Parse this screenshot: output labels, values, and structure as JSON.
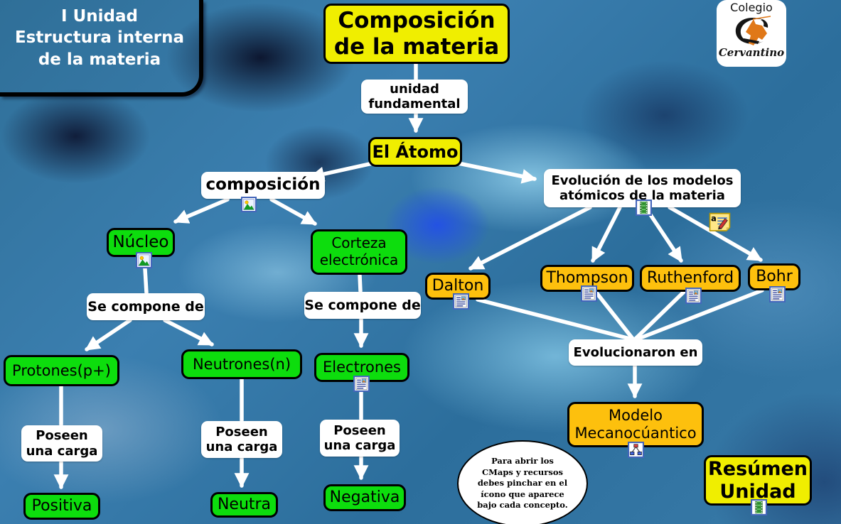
{
  "colors": {
    "background_blue": "#35749f",
    "node_yellow": "#f0ee00",
    "node_green": "#0ddd0d",
    "node_orange": "#fdc00d",
    "link_phrase_white": "#ffffff",
    "arrow_white": "#ffffff"
  },
  "banner": {
    "label": "I Unidad\nEstructura interna\nde la materia"
  },
  "logo": {
    "top": "Colegio",
    "bottom": "Cervantino",
    "emblem": "don-quixote-emblem"
  },
  "nodes": {
    "title": {
      "label": "Composición\nde la materia"
    },
    "unidad": {
      "label": "unidad\nfundamental"
    },
    "atomo": {
      "label": "El Átomo"
    },
    "composicion": {
      "label": "composición",
      "icon": "image-icon"
    },
    "evolucion": {
      "label": "Evolución de los modelos\natómicos de la materia",
      "icons": [
        "video-icon",
        "note-icon"
      ]
    },
    "nucleo": {
      "label": "Núcleo",
      "icon": "image-icon"
    },
    "corteza": {
      "label": "Corteza\nelectrónica"
    },
    "dalton": {
      "label": "Dalton",
      "icon": "document-icon"
    },
    "thompson": {
      "label": "Thompson",
      "icon": "document-icon"
    },
    "ruthenford": {
      "label": "Ruthenford",
      "icon": "document-icon"
    },
    "bohr": {
      "label": "Bohr",
      "icon": "document-icon"
    },
    "secompone1": {
      "label": "Se compone de"
    },
    "secompone2": {
      "label": "Se compone de"
    },
    "protones": {
      "label": "Protones(p+)"
    },
    "neutrones": {
      "label": "Neutrones(n)"
    },
    "electrones": {
      "label": "Electrones",
      "icon": "document-icon"
    },
    "evolucionaron": {
      "label": "Evolucionaron en"
    },
    "modelo": {
      "label": "Modelo\nMecanocúantico",
      "icon": "cmap-icon"
    },
    "poseen1": {
      "label": "Poseen\nuna carga"
    },
    "poseen2": {
      "label": "Poseen\nuna carga"
    },
    "poseen3": {
      "label": "Poseen\nuna carga"
    },
    "positiva": {
      "label": "Positiva"
    },
    "neutra": {
      "label": "Neutra"
    },
    "negativa": {
      "label": "Negativa"
    },
    "resumen": {
      "label": "Resúmen\nUnidad",
      "icon": "video-icon"
    }
  },
  "note": {
    "label": "Para abrir los\nCMaps y  recursos\ndebes pinchar en el\nícono que aparece\nbajo cada concepto."
  }
}
